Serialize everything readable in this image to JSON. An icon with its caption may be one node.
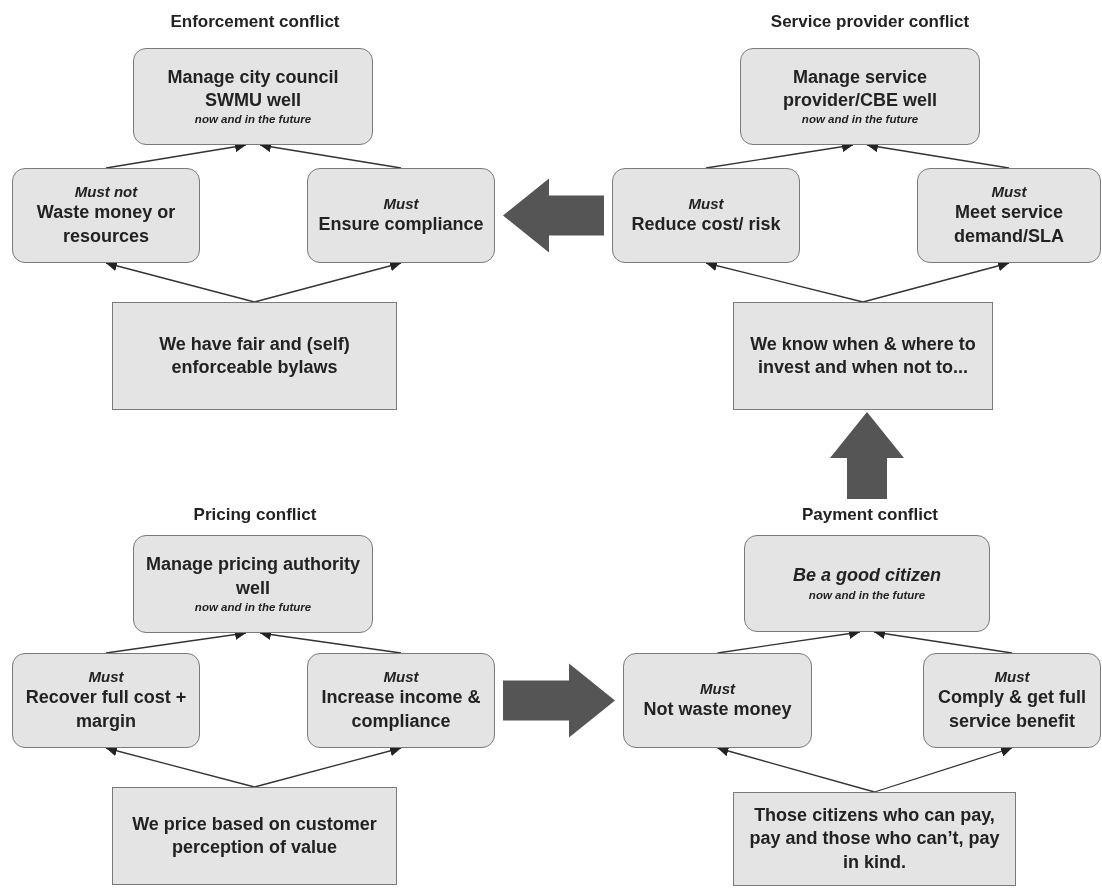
{
  "diagram": {
    "nodes": [
      {
        "text": [
          "Manage city council SWMU well",
          "now and in the future"
        ]
      },
      {
        "text": [
          "Must not",
          "Waste money or resources"
        ]
      },
      {
        "text": [
          "Must",
          "Ensure compliance"
        ]
      },
      {
        "text": [
          "We have fair and (self) enforceable bylaws"
        ]
      },
      {
        "text": [
          "Manage service provider/CBE well",
          "now and in the future"
        ]
      },
      {
        "text": [
          "Must",
          "Reduce cost/ risk"
        ]
      },
      {
        "text": [
          "Must",
          "Meet service demand/SLA"
        ]
      },
      {
        "text": [
          "We know when & where to invest and when not to..."
        ]
      },
      {
        "text": [
          "Manage pricing authority well",
          "now and in the future"
        ]
      },
      {
        "text": [
          "Must",
          "Recover full cost + margin"
        ]
      },
      {
        "text": [
          "Must",
          "Increase income & compliance"
        ]
      },
      {
        "text": [
          "We price based on customer perception of value"
        ]
      },
      {
        "text": [
          "Be a good citizen",
          "now and in the future"
        ]
      },
      {
        "text": [
          "Must",
          "Not waste money"
        ]
      },
      {
        "text": [
          "Must",
          "Comply & get full service benefit"
        ]
      },
      {
        "text": [
          "Those citizens who can pay, pay and those who can’t, pay in kind."
        ]
      }
    ],
    "edges": [
      {
        "from": 3,
        "to": 1,
        "arrow": "to"
      },
      {
        "from": 3,
        "to": 2,
        "arrow": "to"
      },
      {
        "from": 1,
        "to": 0,
        "arrow": "to"
      },
      {
        "from": 2,
        "to": 0,
        "arrow": "to"
      },
      {
        "from": 7,
        "to": 5,
        "arrow": "to"
      },
      {
        "from": 7,
        "to": 6,
        "arrow": "to"
      },
      {
        "from": 5,
        "to": 4,
        "arrow": "to"
      },
      {
        "from": 6,
        "to": 4,
        "arrow": "to"
      },
      {
        "from": 11,
        "to": 9,
        "arrow": "to"
      },
      {
        "from": 11,
        "to": 10,
        "arrow": "to"
      },
      {
        "from": 9,
        "to": 8,
        "arrow": "to"
      },
      {
        "from": 10,
        "to": 8,
        "arrow": "to"
      },
      {
        "from": 15,
        "to": 13,
        "arrow": "to"
      },
      {
        "from": 15,
        "to": 14,
        "arrow": "to"
      },
      {
        "from": 13,
        "to": 12,
        "arrow": "to"
      },
      {
        "from": 14,
        "to": 12,
        "arrow": "to"
      },
      {
        "from": 5,
        "to": 2,
        "arrow": "to",
        "style": "thick",
        "color": "#555555"
      },
      {
        "from": 12,
        "to": 7,
        "arrow": "to",
        "style": "thick",
        "color": "#555555"
      },
      {
        "from": 10,
        "to": 13,
        "arrow": "to",
        "style": "thick",
        "color": "#555555"
      }
    ],
    "labels": [
      "Enforcement conflict",
      "Service provider conflict",
      "Pricing conflict",
      "Payment conflict"
    ]
  }
}
